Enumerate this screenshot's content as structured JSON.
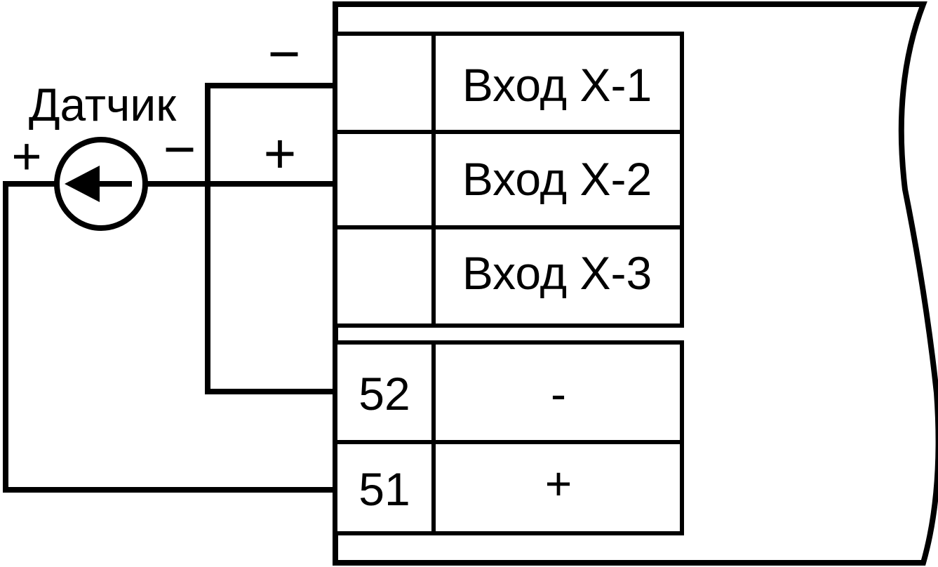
{
  "sensor": {
    "label": "Датчик",
    "plus_sign": "+",
    "minus_sign": "−"
  },
  "wire_signs": {
    "top_minus": "−",
    "mid_plus": "+"
  },
  "inputs": [
    {
      "label": "Вход Х-1"
    },
    {
      "label": "Вход Х-2"
    },
    {
      "label": "Вход Х-3"
    }
  ],
  "power_terminals": [
    {
      "number": "52",
      "sign": "-"
    },
    {
      "number": "51",
      "sign": "+"
    }
  ],
  "colors": {
    "stroke": "#000000",
    "background": "#ffffff"
  }
}
